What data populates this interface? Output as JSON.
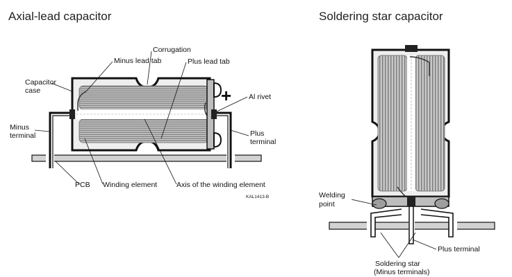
{
  "titles": {
    "left": "Axial-lead capacitor",
    "right": "Soldering star capacitor"
  },
  "axial": {
    "labels": {
      "corrugation": "Corrugation",
      "minus_lead_tab": "Minus lead tab",
      "plus_lead_tab": "Plus lead tab",
      "capacitor_case_1": "Capacitor",
      "capacitor_case_2": "case",
      "plus_sign": "+",
      "al_rivet": "Al rivet",
      "minus_terminal_1": "Minus",
      "minus_terminal_2": "terminal",
      "plus_terminal_1": "Plus",
      "plus_terminal_2": "terminal",
      "pcb": "PCB",
      "winding_element": "Winding element",
      "axis": "Axis of the winding element",
      "code": "KAL1413-B"
    }
  },
  "star": {
    "labels": {
      "welding_1": "Welding",
      "welding_2": "point",
      "plus_terminal": "Plus terminal",
      "soldering_star_1": "Soldering star",
      "soldering_star_2": "(Minus terminals)"
    }
  }
}
